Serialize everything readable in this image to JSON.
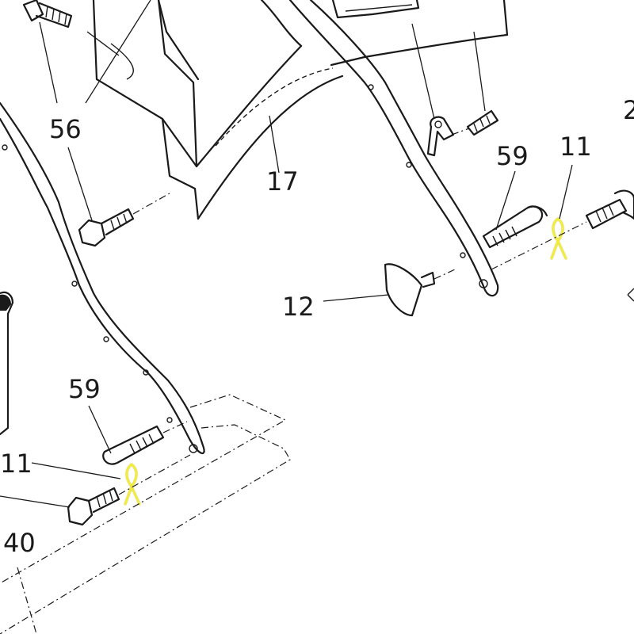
{
  "colors": {
    "line": "#1a1a1a",
    "background": "#ffffff",
    "highlight": "#f2ee3a",
    "highlight_outline": "#b8a800"
  },
  "callouts": {
    "c56": "56",
    "c17": "17",
    "c59_upper": "59",
    "c11_upper": "11",
    "c2_partial": "2",
    "c12": "12",
    "c59_lower": "59",
    "c11_lower": "11",
    "c40": "40"
  }
}
